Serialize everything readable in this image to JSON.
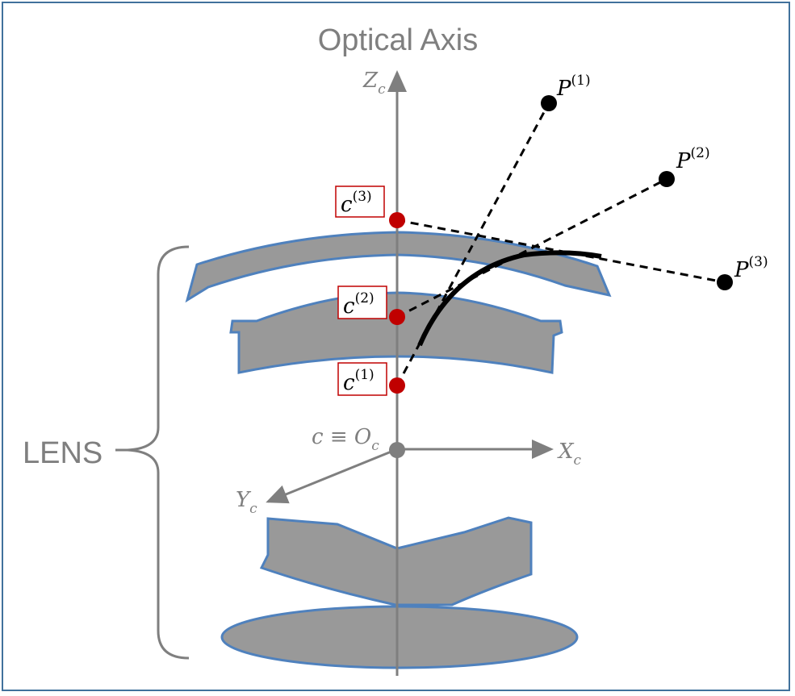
{
  "title": "Optical Axis",
  "lens_label": "LENS",
  "axes": {
    "z": {
      "base": "Z",
      "sub": "c"
    },
    "x": {
      "base": "X",
      "sub": "c"
    },
    "y": {
      "base": "Y",
      "sub": "c"
    },
    "origin": {
      "text": "c ≡ O",
      "sub": "c"
    }
  },
  "centers": [
    {
      "base": "c",
      "sup": "(1)"
    },
    {
      "base": "c",
      "sup": "(2)"
    },
    {
      "base": "c",
      "sup": "(3)"
    }
  ],
  "points": [
    {
      "base": "P",
      "sup": "(1)"
    },
    {
      "base": "P",
      "sup": "(2)"
    },
    {
      "base": "P",
      "sup": "(3)"
    }
  ],
  "colors": {
    "frame": "#41719c",
    "lens_fill": "#999999",
    "lens_stroke": "#4f81bd",
    "axis": "#7f7f7f",
    "center_point": "#c00000",
    "scene_point": "#000000"
  }
}
